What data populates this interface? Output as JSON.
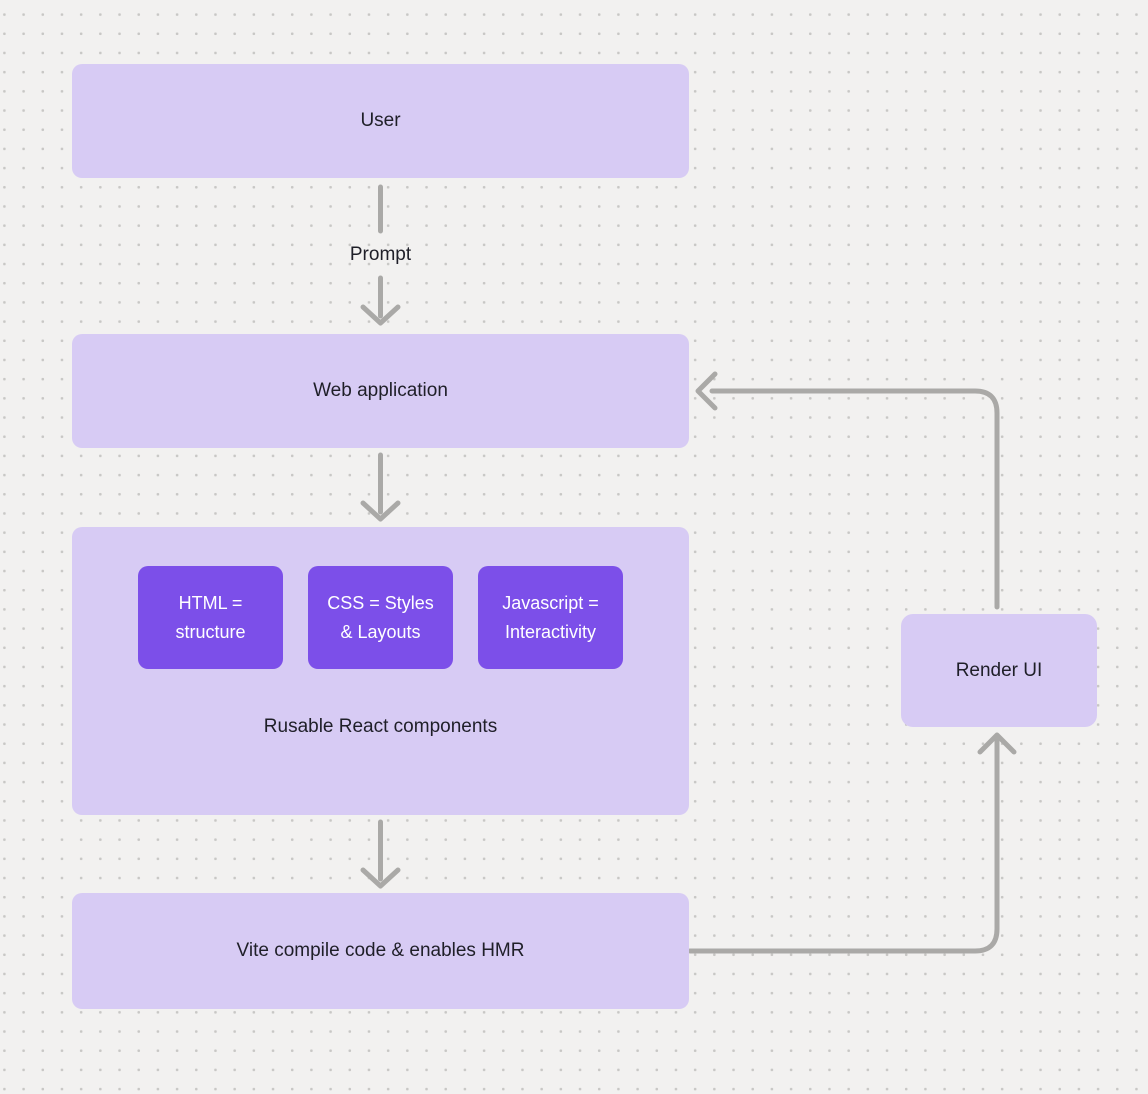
{
  "diagram": {
    "nodes": {
      "user": {
        "label": "User"
      },
      "web_application": {
        "label": "Web application"
      },
      "components_group": {
        "caption": "Rusable React components"
      },
      "vite": {
        "label": "Vite compile code & enables HMR"
      },
      "render_ui": {
        "label": "Render UI"
      }
    },
    "chips": [
      {
        "label": "HTML = structure"
      },
      {
        "label": "CSS = Styles & Layouts"
      },
      {
        "label": "Javascript = Interactivity"
      }
    ],
    "edge_labels": {
      "prompt": "Prompt"
    },
    "colors": {
      "background": "#f2f1f0",
      "dot": "#c8c7c5",
      "node_fill": "#d7cbf4",
      "chip_fill": "#7c4fe9",
      "arrow": "#aaa9a7",
      "text_dark": "#1f1f28",
      "text_light": "#ffffff"
    }
  }
}
